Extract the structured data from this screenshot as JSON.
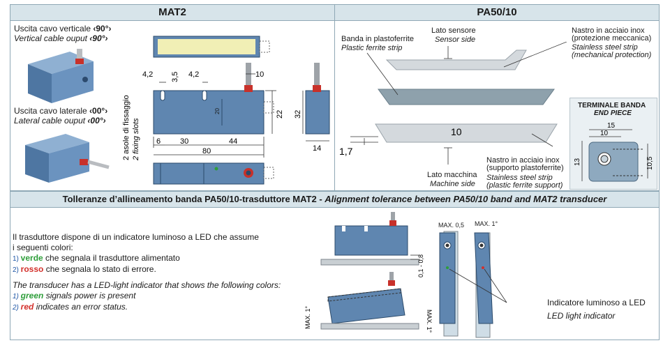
{
  "mat2": {
    "header": "MAT2",
    "vertical_it_prefix": "Uscita cavo verticale ",
    "vertical_it_value": "‹90°›",
    "vertical_en_prefix": "Vertical cable ouput ",
    "vertical_en_value": "‹90°›",
    "lateral_it_prefix": "Uscita cavo laterale ",
    "lateral_it_value": "‹00°›",
    "lateral_en_prefix": "Lateral cable ouput ",
    "lateral_en_value": "‹00°›",
    "slots_it": "2 asole di fissaggio",
    "slots_en": "2 fixing slots",
    "dims": {
      "d4_2a": "4,2",
      "d3_5": "3,5",
      "d4_2b": "4,2",
      "d10": "10",
      "d6": "6",
      "d30": "30",
      "d44": "44",
      "d80": "80",
      "d22": "22",
      "d32": "32",
      "d14": "14",
      "d20": "20"
    }
  },
  "pa50": {
    "header": "PA50/10",
    "plastic_it": "Banda in plastoferrite",
    "plastic_en": "Plastic ferrite strip",
    "sensor_it": "Lato sensore",
    "sensor_en": "Sensor side",
    "steel_it_1": "Nastro in acciaio inox",
    "steel_it_2": "(protezione meccanica)",
    "steel_en_1": "Stainless steel strip",
    "steel_en_2": "(mechanical protection)",
    "width_label": "10",
    "thickness_label": "1,7",
    "machine_it": "Lato macchina",
    "machine_en": "Machine side",
    "support_it_1": "Nastro in acciaio inox",
    "support_it_2": "(supporto plastoferrite)",
    "support_en_1": "Stainless steel strip",
    "support_en_2": "(plastic ferrite support)",
    "end_piece_it": "TERMINALE BANDA",
    "end_piece_en": "END PIECE",
    "end_dims": {
      "d15": "15",
      "d10": "10",
      "d13": "13",
      "d10_5": "10,5"
    }
  },
  "tolerance": {
    "title_it": "Tolleranze d’allineamento banda PA50/10-trasduttore MAT2 - ",
    "title_en": "Alignment tolerance between PA50/10 band and MAT2 transducer",
    "it_line1": "Il trasduttore dispone di un indicatore luminoso a LED che assume",
    "it_line2": "i seguenti colori:",
    "it_item1_num": "1) ",
    "it_item1_color": "verde",
    "it_item1_rest": " che segnala il trasduttore alimentato",
    "it_item2_num": "2) ",
    "it_item2_color": "rosso",
    "it_item2_rest": " che segnala lo stato di errore.",
    "en_line1": "The transducer has a LED-light indicator that shows the following colors:",
    "en_item1_num": "1) ",
    "en_item1_color": "green",
    "en_item1_rest": " signals power is present",
    "en_item2_num": "2) ",
    "en_item2_color": "red",
    "en_item2_rest": " indicates an error status.",
    "gap_label": "0,1 - 0,8",
    "max_tilt_left": "MAX. 1°",
    "max_tilt_right": "MAX. 1°",
    "max_offset": "MAX. 0,5",
    "max_angle": "MAX. 1°",
    "led_it": "Indicatore luminoso a LED",
    "led_en": "LED light indicator"
  },
  "colors": {
    "panel_header": "#d7e4ea",
    "device_blue": "#5f86b0",
    "green": "#2e9e3a",
    "red": "#d3302b"
  }
}
